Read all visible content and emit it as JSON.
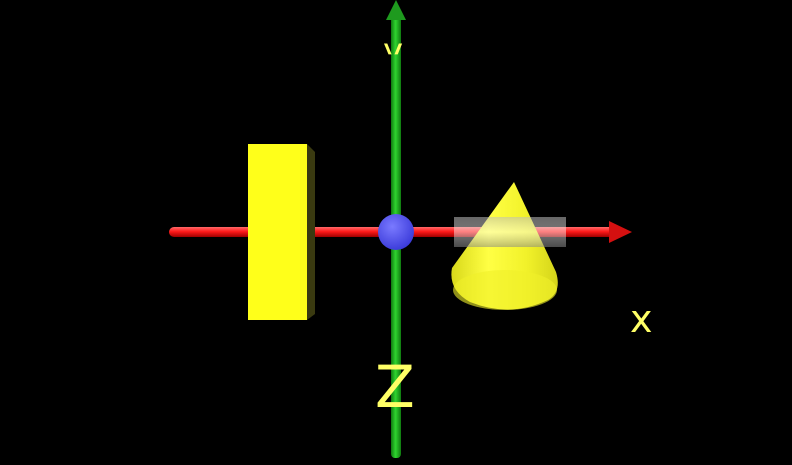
{
  "scene": {
    "background_color": "#000000",
    "x_axis": {
      "label": "x",
      "color": "#ff1a1a"
    },
    "y_axis": {
      "label": "y",
      "color": "#1fb51f"
    },
    "z_axis": {
      "label": "Z"
    },
    "label_color": "#ffff66",
    "origin_color": "#4a4aff",
    "box_color": "#ffff1a",
    "cone_color": "#ffff33"
  }
}
